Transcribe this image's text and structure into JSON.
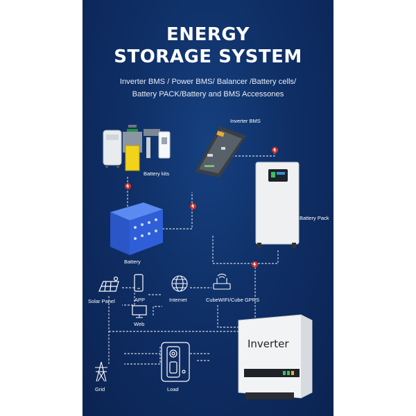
{
  "title": {
    "line1": "ENERGY",
    "line2": "STORAGE SYSTEM"
  },
  "subtitle": {
    "line1": "Inverter BMS / Power BMS/ Balancer /Battery cells/",
    "line2": "Battery PACK/Battery and BMS Accessones"
  },
  "labels": {
    "inverter_bms": "Inverter BMS",
    "battery_kits": "Battery kits",
    "battery_pack": "Battery Pack",
    "battery": "Battery",
    "solar_panel": "Solar Panel",
    "app": "APP",
    "web": "Web",
    "internet": "Internet",
    "cube": "CubeWIFI/Cube GPRS",
    "inverter": "Inverter",
    "grid": "Grid",
    "load": "Load"
  },
  "colors": {
    "background": "#0f2f66",
    "text": "#ffffff",
    "arrow": "#d93025",
    "battery_blue": "#2f5fd8",
    "cell_yellow": "#f2d21b"
  },
  "icons": [
    "solar-panel-icon",
    "phone-icon",
    "monitor-icon",
    "globe-icon",
    "router-icon",
    "grid-tower-icon",
    "load-meter-icon"
  ]
}
